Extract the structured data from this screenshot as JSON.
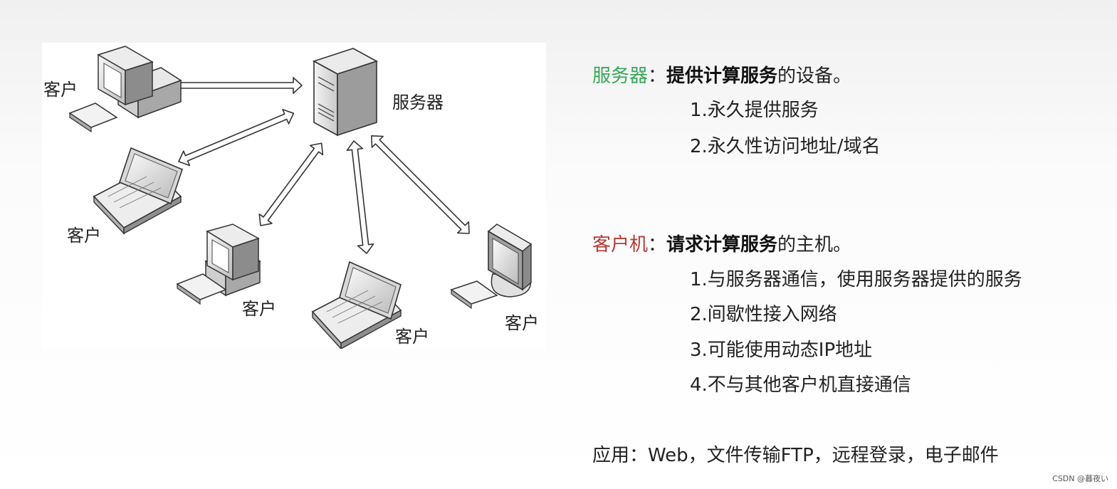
{
  "diagram": {
    "server_label": "服务器",
    "client_label": "客户"
  },
  "server_section": {
    "term": "服务器",
    "colon": "：",
    "definition_bold": "提供计算服务",
    "definition_rest": "的设备。",
    "items": [
      "1.永久提供服务",
      "2.永久性访问地址/域名"
    ]
  },
  "client_section": {
    "term": "客户机",
    "colon": "：",
    "definition_bold": "请求计算服务",
    "definition_rest": "的主机。",
    "items": [
      "1.与服务器通信，使用服务器提供的服务",
      "2.间歇性接入网络",
      "3.可能使用动态IP地址",
      "4.不与其他客户机直接通信"
    ]
  },
  "application": {
    "text": "应用：Web，文件传输FTP，远程登录，电子邮件"
  },
  "watermark": "CSDN @暮夜い",
  "colors": {
    "server_term": "#37a75a",
    "client_term": "#b33a33"
  }
}
